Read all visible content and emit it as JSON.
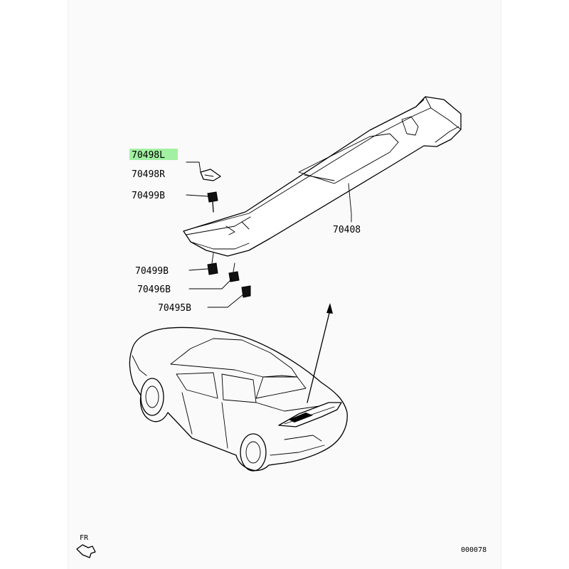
{
  "diagram": {
    "callouts": [
      {
        "id": "70498L",
        "text": "70498L",
        "highlighted": true
      },
      {
        "id": "70498R",
        "text": "70498R",
        "highlighted": false
      },
      {
        "id": "70499B_top",
        "text": "70499B",
        "highlighted": false
      },
      {
        "id": "70408",
        "text": "70408",
        "highlighted": false
      },
      {
        "id": "70499B_bottom",
        "text": "70499B",
        "highlighted": false
      },
      {
        "id": "70496B",
        "text": "70496B",
        "highlighted": false
      },
      {
        "id": "70495B",
        "text": "70495B",
        "highlighted": false
      }
    ],
    "orientation_label": "FR",
    "figure_number": "000078",
    "highlight_color": "#59e85a"
  }
}
